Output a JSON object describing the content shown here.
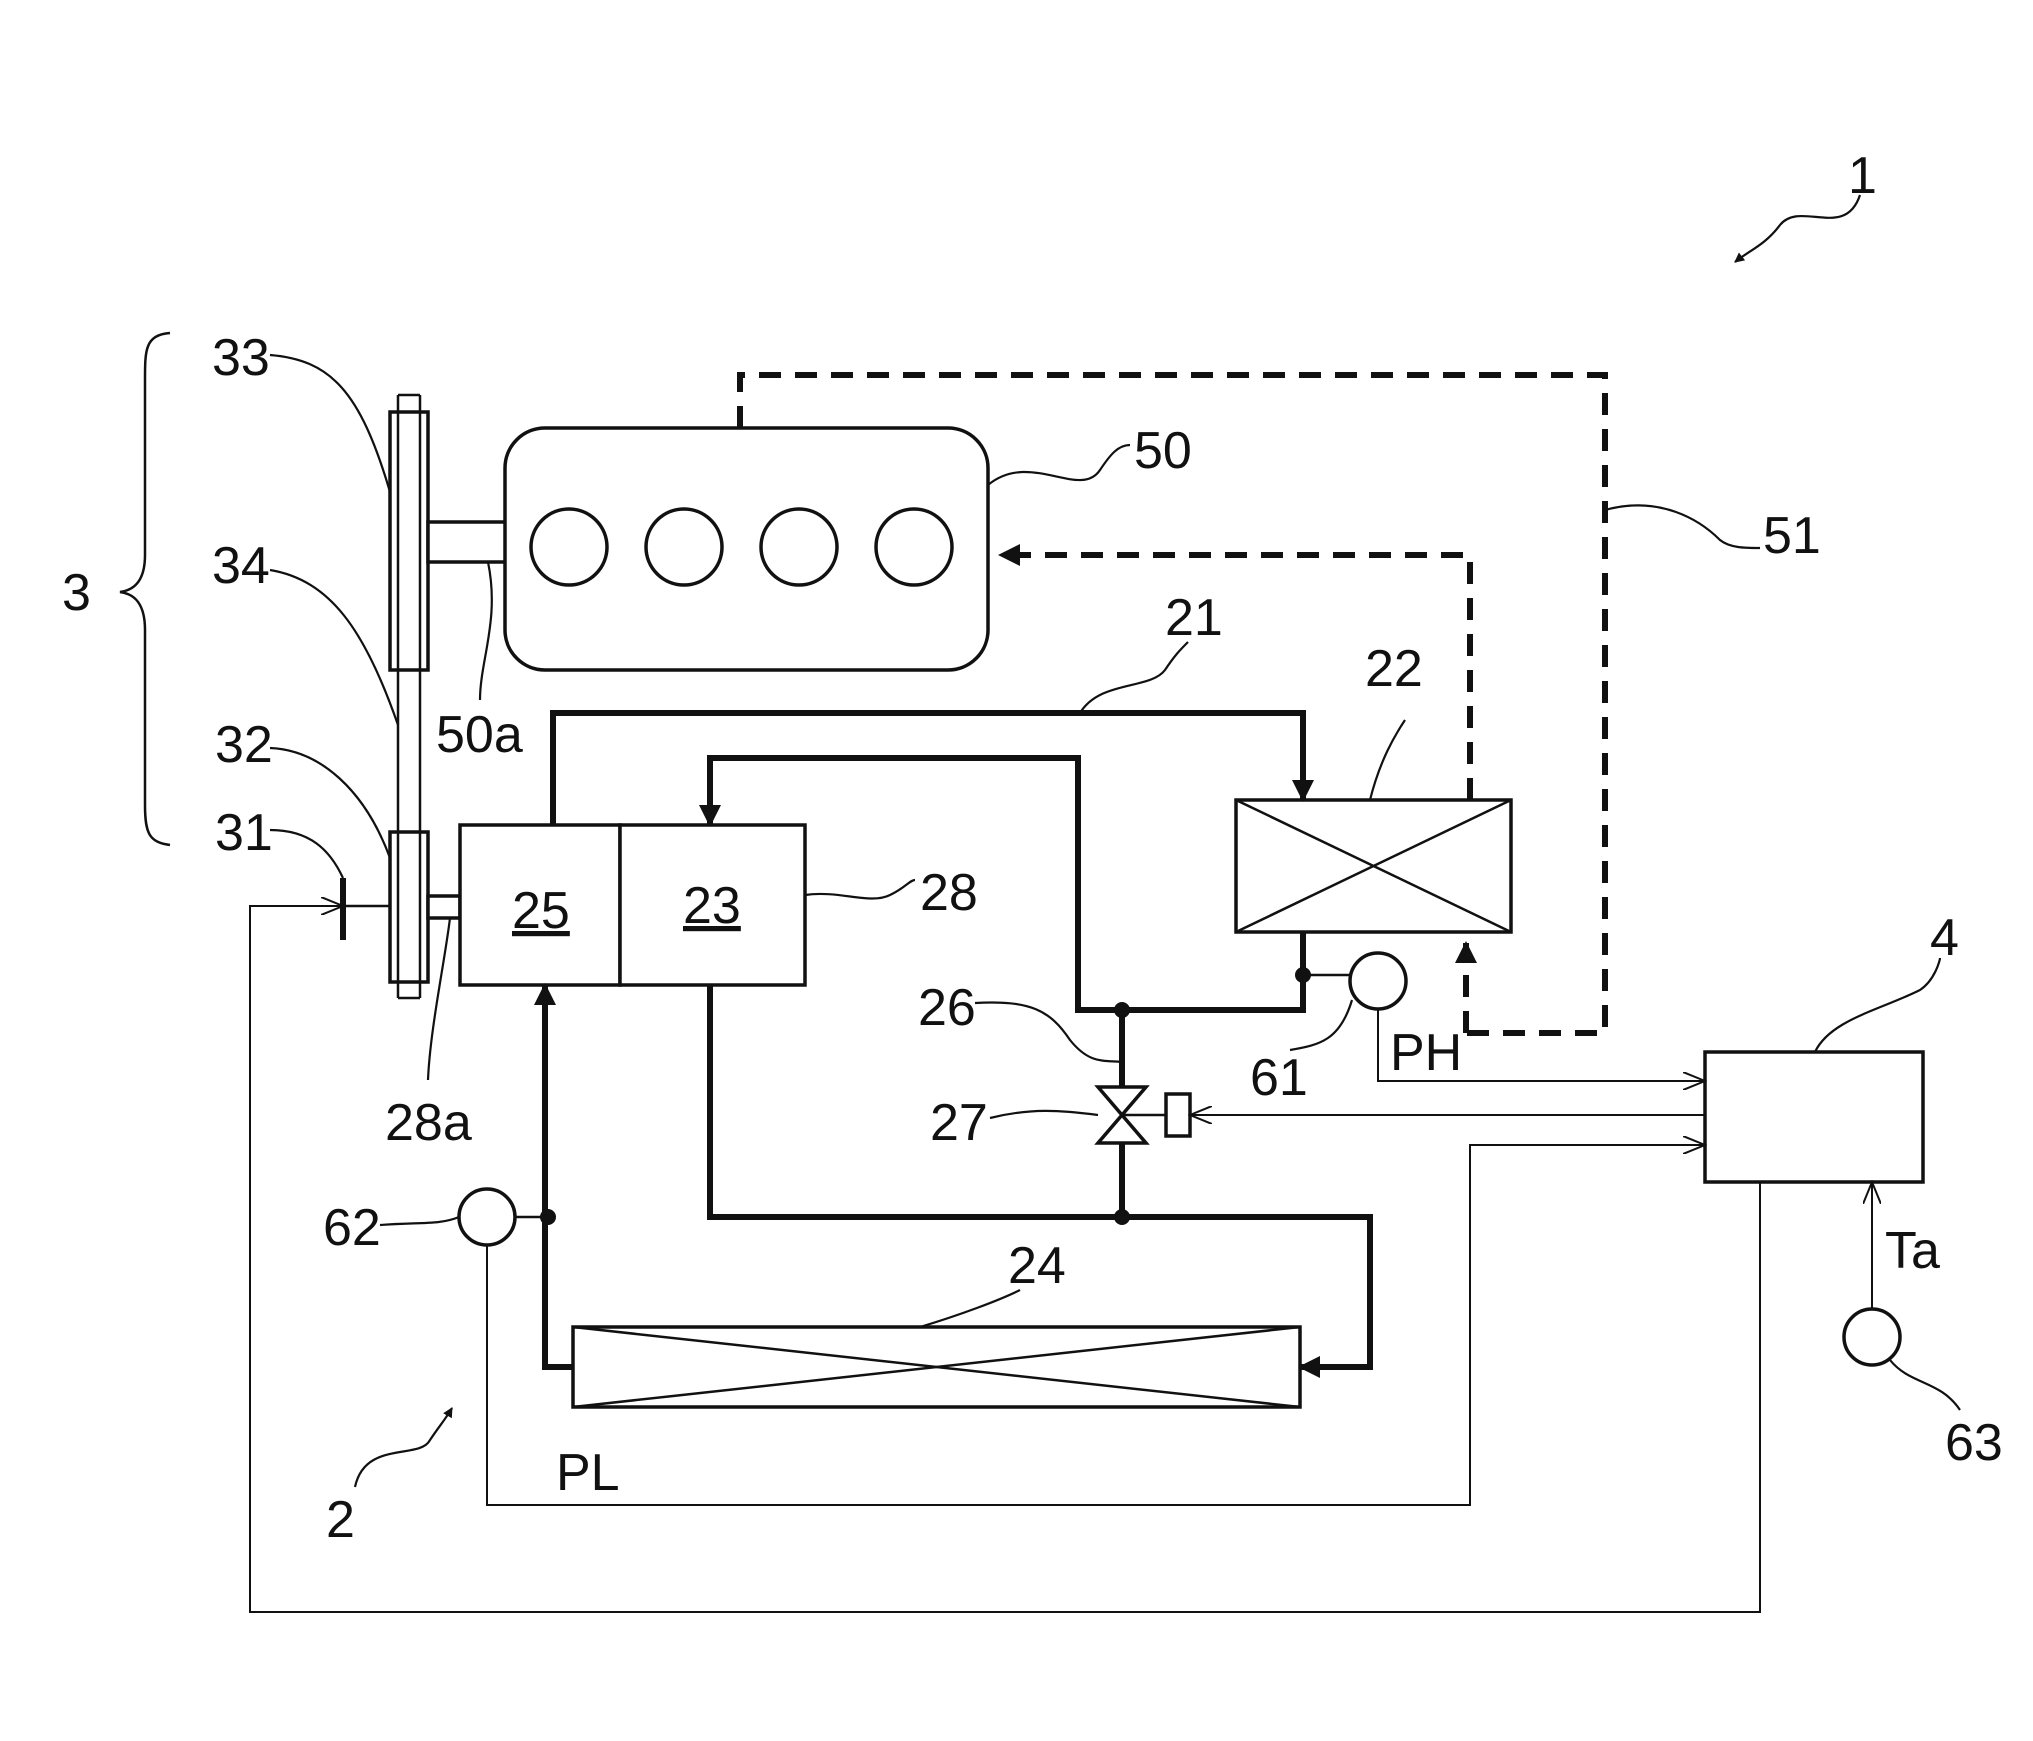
{
  "labels": {
    "system": "1",
    "refrigeration_cycle": "2",
    "drive_mechanism": "3",
    "controller": "4",
    "refrigerant_line": "21",
    "condenser": "22",
    "compressor_section": "23",
    "evaporator": "24",
    "motor_section": "25",
    "bypass_line": "26",
    "valve": "27",
    "motor_compressor": "28",
    "motor_shaft": "28a",
    "clutch": "31",
    "pulley_small": "32",
    "pulley_large": "33",
    "belt": "34",
    "engine": "50",
    "engine_shaft": "50a",
    "coolant_line": "51",
    "high_pressure_sensor": "61",
    "low_pressure_sensor": "62",
    "ambient_sensor": "63",
    "high_pressure_signal": "PH",
    "low_pressure_signal": "PL",
    "ambient_temp_signal": "Ta"
  }
}
